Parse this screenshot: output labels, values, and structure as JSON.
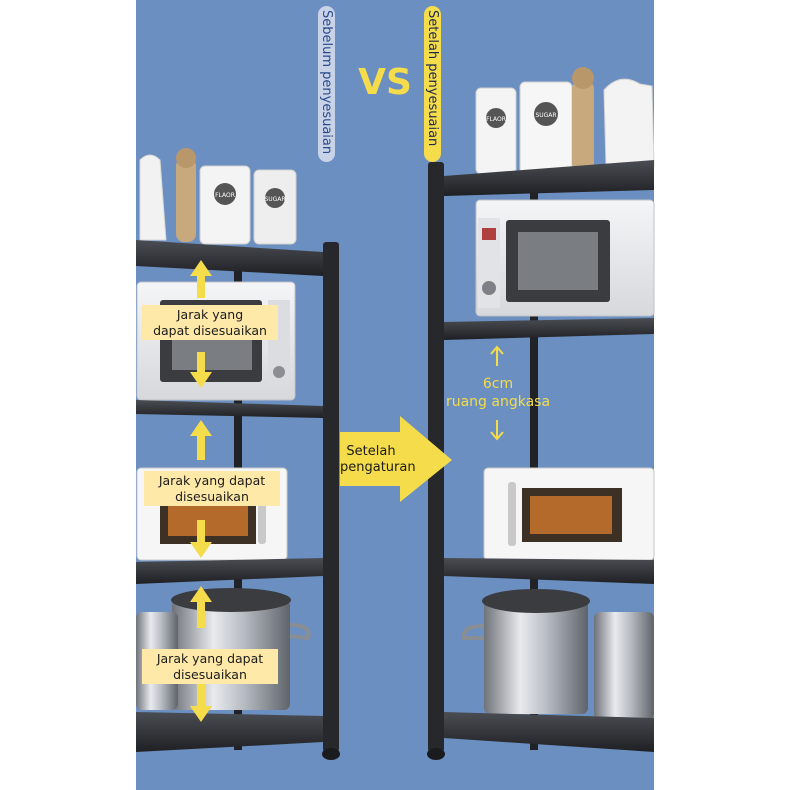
{
  "header": {
    "before_label": "Sebelum penyesuaian",
    "vs_text": "VS",
    "after_label": "Setelah penyesuaian"
  },
  "left_panel": {
    "adjust_labels": [
      {
        "line1": "Jarak yang",
        "line2": "dapat disesuaikan"
      },
      {
        "line1": "Jarak yang dapat",
        "line2": "disesuaikan"
      },
      {
        "line1": "Jarak yang dapat",
        "line2": "disesuaikan"
      }
    ]
  },
  "center_arrow": {
    "line1": "Setelah",
    "line2": "pengaturan"
  },
  "right_panel": {
    "gap_value": "6cm",
    "gap_text": "ruang angkasa"
  },
  "product_text": {
    "canister_1": "FLAOR",
    "canister_2": "SUGAR",
    "canister_3": "FLAOR",
    "canister_4": "SUGAR"
  },
  "colors": {
    "background": "#6a8fc0",
    "panel": "#ffffff",
    "accent_yellow": "#f5dc4a",
    "shelf": "#2b2d31",
    "label_bg": "#ffe9a8"
  }
}
